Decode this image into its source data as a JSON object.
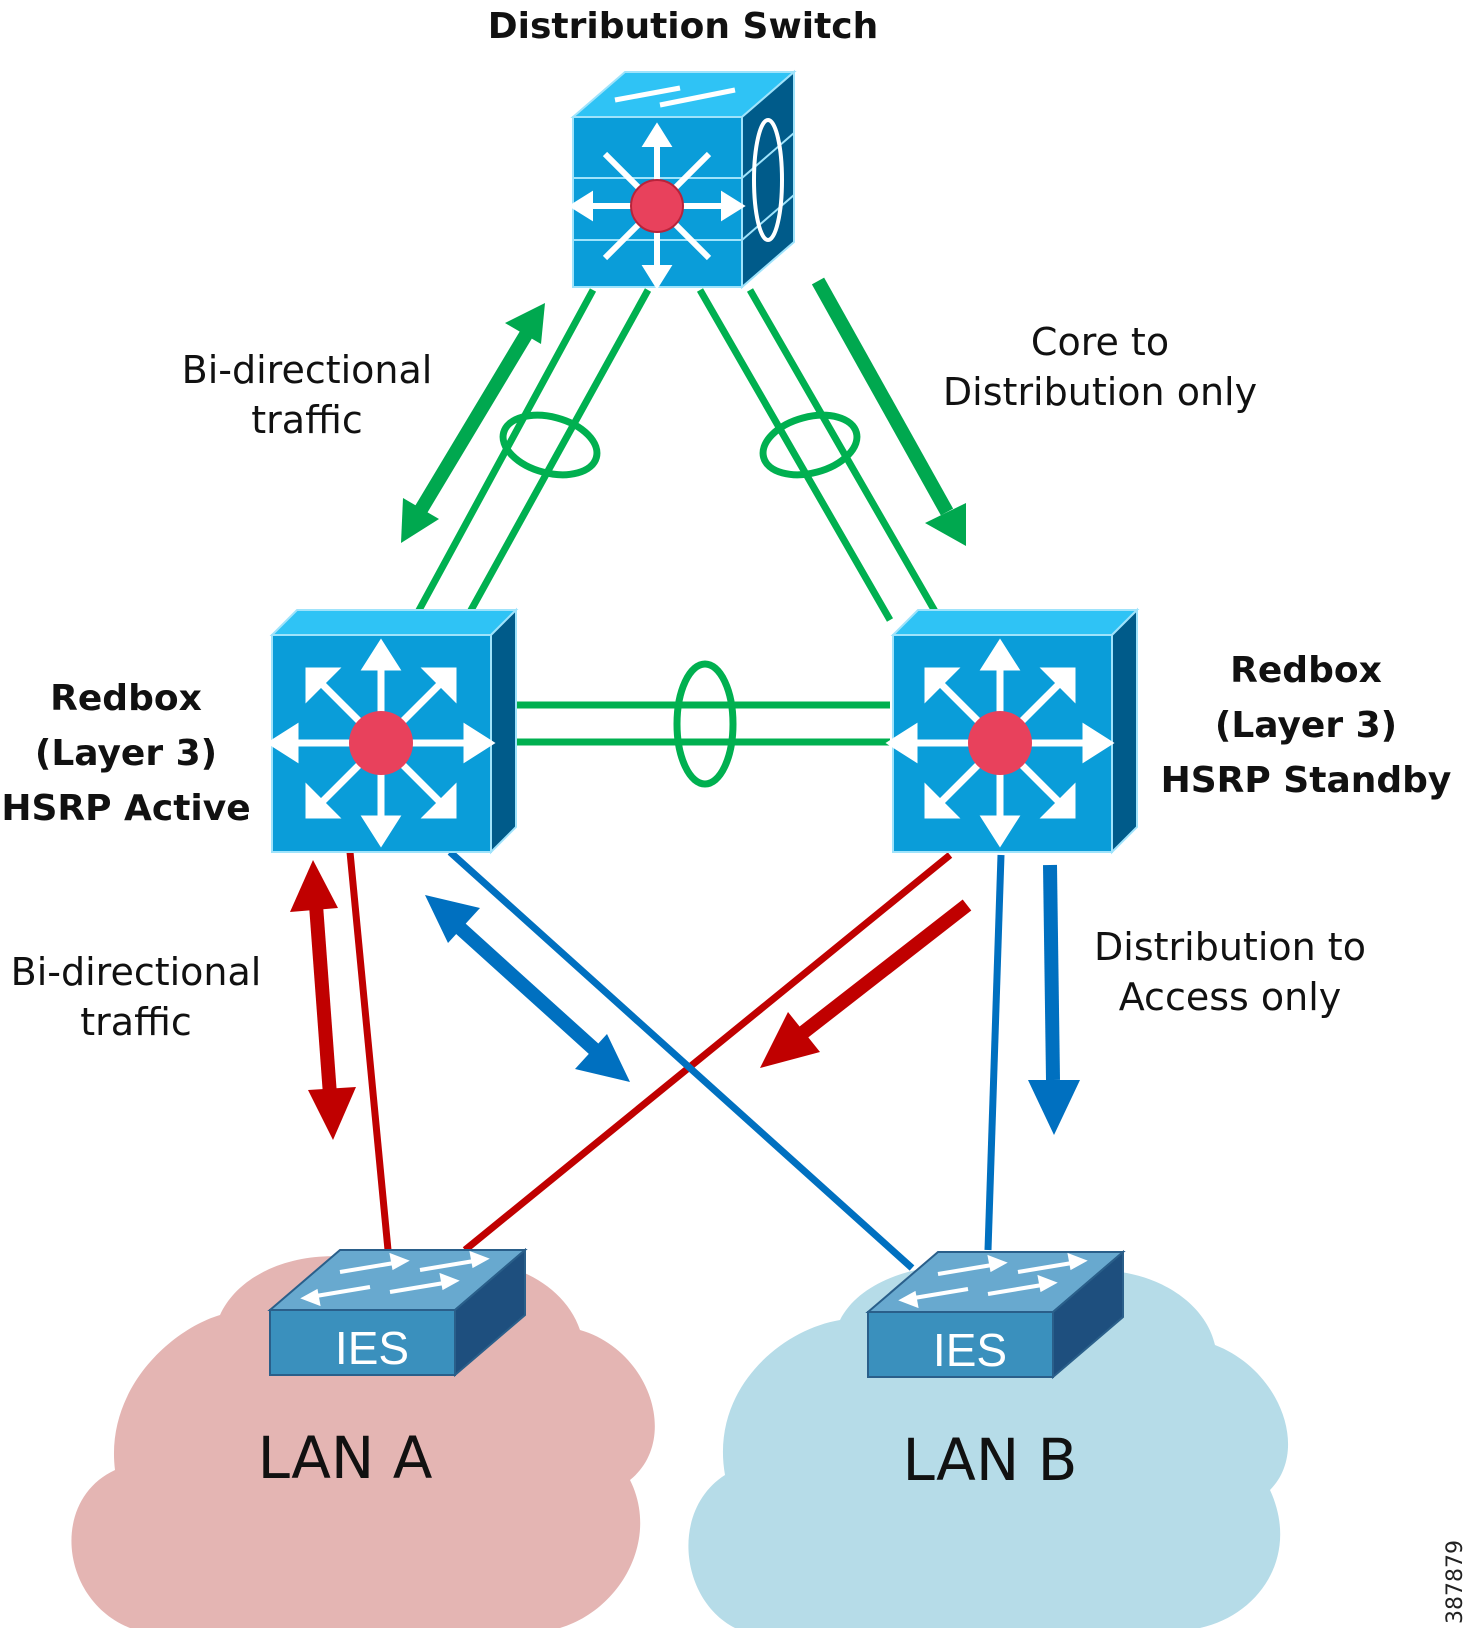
{
  "labels": {
    "distribution_switch": "Distribution Switch",
    "bidir_top_line1": "Bi-directional",
    "bidir_top_line2": "traffic",
    "core_to_dist_line1": "Core to",
    "core_to_dist_line2": "Distribution only",
    "redbox_left_line1": "Redbox",
    "redbox_left_line2": "(Layer 3)",
    "redbox_left_line3": "HSRP Active",
    "redbox_right_line1": "Redbox",
    "redbox_right_line2": "(Layer 3)",
    "redbox_right_line3": "HSRP Standby",
    "bidir_bottom_line1": "Bi-directional",
    "bidir_bottom_line2": "traffic",
    "dist_to_access_line1": "Distribution to",
    "dist_to_access_line2": "Access only",
    "ies_left": "IES",
    "ies_right": "IES",
    "lan_a": "LAN A",
    "lan_b": "LAN B",
    "figure_id": "387879"
  },
  "colors": {
    "green_link": "#00b050",
    "green_arrow": "#00a84f",
    "red_link": "#c00000",
    "blue_link": "#0070c0",
    "switch_face": "#0a9dd9",
    "switch_top": "#2fc3f5",
    "switch_side": "#005b8a",
    "router_dot": "#e8415c",
    "ies_face": "#3a90bd",
    "ies_top": "#68a9cf",
    "ies_side": "#1e4f7e",
    "cloud_a": "#e4b5b3",
    "cloud_b": "#b6dce8"
  },
  "icons": {
    "distribution": "layer3-switch-icon",
    "redbox_left": "layer3-switch-icon",
    "redbox_right": "layer3-switch-icon",
    "ies": "workgroup-switch-icon",
    "cloud": "cloud-icon"
  }
}
